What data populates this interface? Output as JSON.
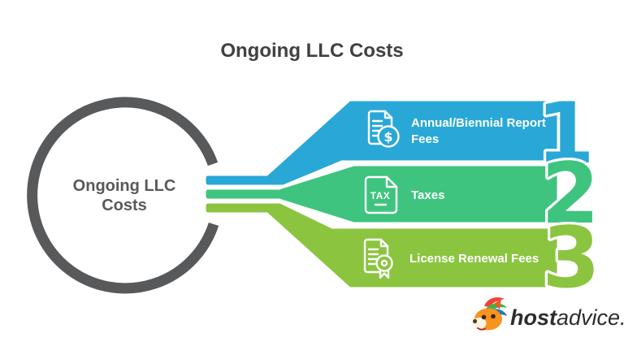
{
  "title": "Ongoing LLC Costs",
  "center_node": {
    "line1": "Ongoing LLC",
    "line2": "Costs"
  },
  "items": [
    {
      "number": "1",
      "line1": "Annual/Biennial Report",
      "line2": "Fees",
      "color": "#29A8D8",
      "icon": "report-dollar-icon",
      "icon_text": "$"
    },
    {
      "number": "2",
      "line1": "Taxes",
      "line2": "",
      "color": "#3EC47E",
      "icon": "tax-document-icon",
      "icon_text": "TAX"
    },
    {
      "number": "3",
      "line1": "License Renewal Fees",
      "line2": "",
      "color": "#8BC540",
      "icon": "license-certificate-icon",
      "icon_text": ""
    }
  ],
  "colors": {
    "outline_gray": "#58595B",
    "title_text": "#414042",
    "background": "#FFFFFF",
    "label_text": "#FFFFFF"
  },
  "logo": {
    "brand_bold": "host",
    "brand_regular": "advice.",
    "text_color": "#2D2D2D"
  }
}
